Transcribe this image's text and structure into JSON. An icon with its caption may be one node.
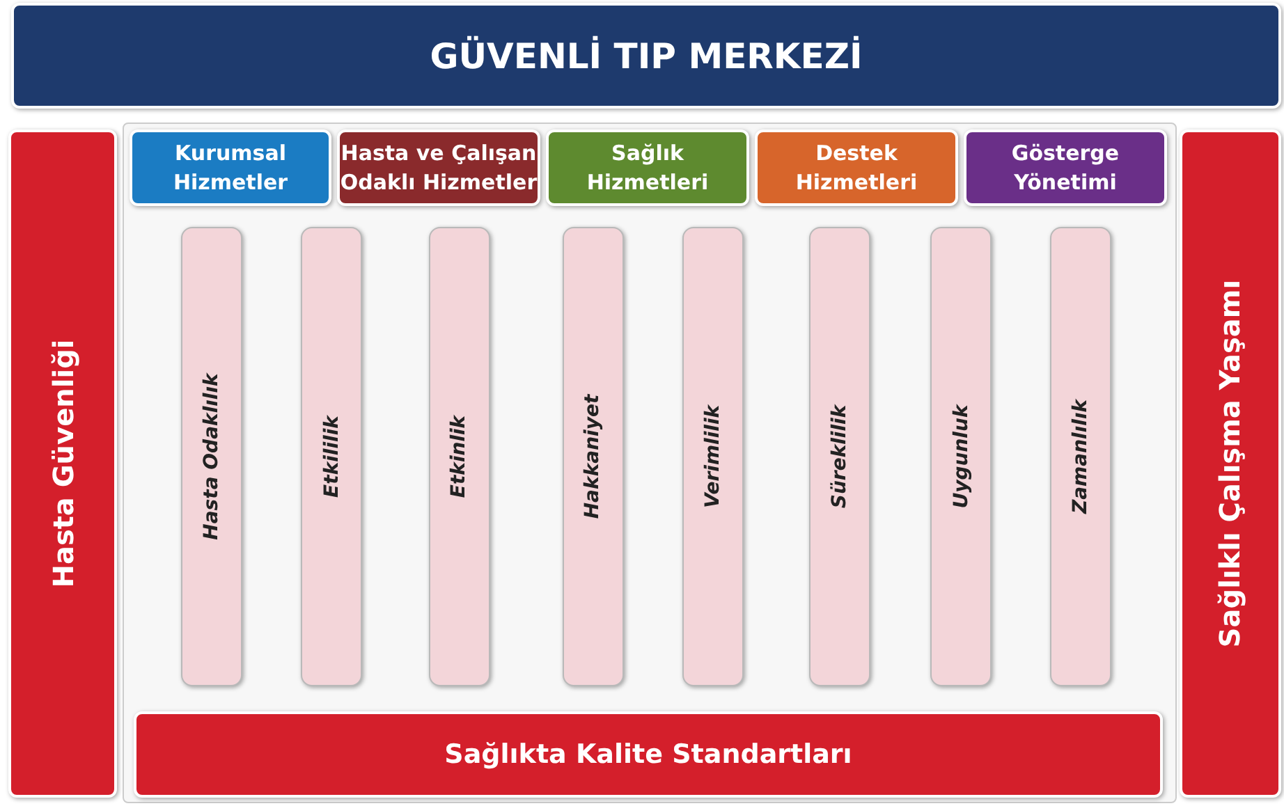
{
  "diagram": {
    "nodes": [
      {
        "text": [
          "GÜVENLİ TIP MERKEZİ"
        ]
      },
      {
        "text": [
          "Hasta Güvenliği"
        ]
      },
      {
        "text": [
          "Kurumsal Hizmetler"
        ]
      },
      {
        "text": [
          "Hasta ve Çalışan Odaklı Hizmetler"
        ]
      },
      {
        "text": [
          "Sağlık Hizmetleri"
        ]
      },
      {
        "text": [
          "Destek Hizmetleri"
        ]
      },
      {
        "text": [
          "Gösterge Yönetimi"
        ]
      },
      {
        "text": [
          "Hasta Odaklılık"
        ]
      },
      {
        "text": [
          "Etkililik"
        ]
      },
      {
        "text": [
          "Etkinlik"
        ]
      },
      {
        "text": [
          "Hakkaniyet"
        ]
      },
      {
        "text": [
          "Verimlilik"
        ]
      },
      {
        "text": [
          "Süreklilik"
        ]
      },
      {
        "text": [
          "Uygunluk"
        ]
      },
      {
        "text": [
          "Zamanlılık"
        ]
      },
      {
        "text": [
          "Sağlıklı Çalışma Yaşamı"
        ]
      },
      {
        "text": [
          "Sağlıkta Kalite Standartları"
        ]
      }
    ],
    "edges": []
  }
}
